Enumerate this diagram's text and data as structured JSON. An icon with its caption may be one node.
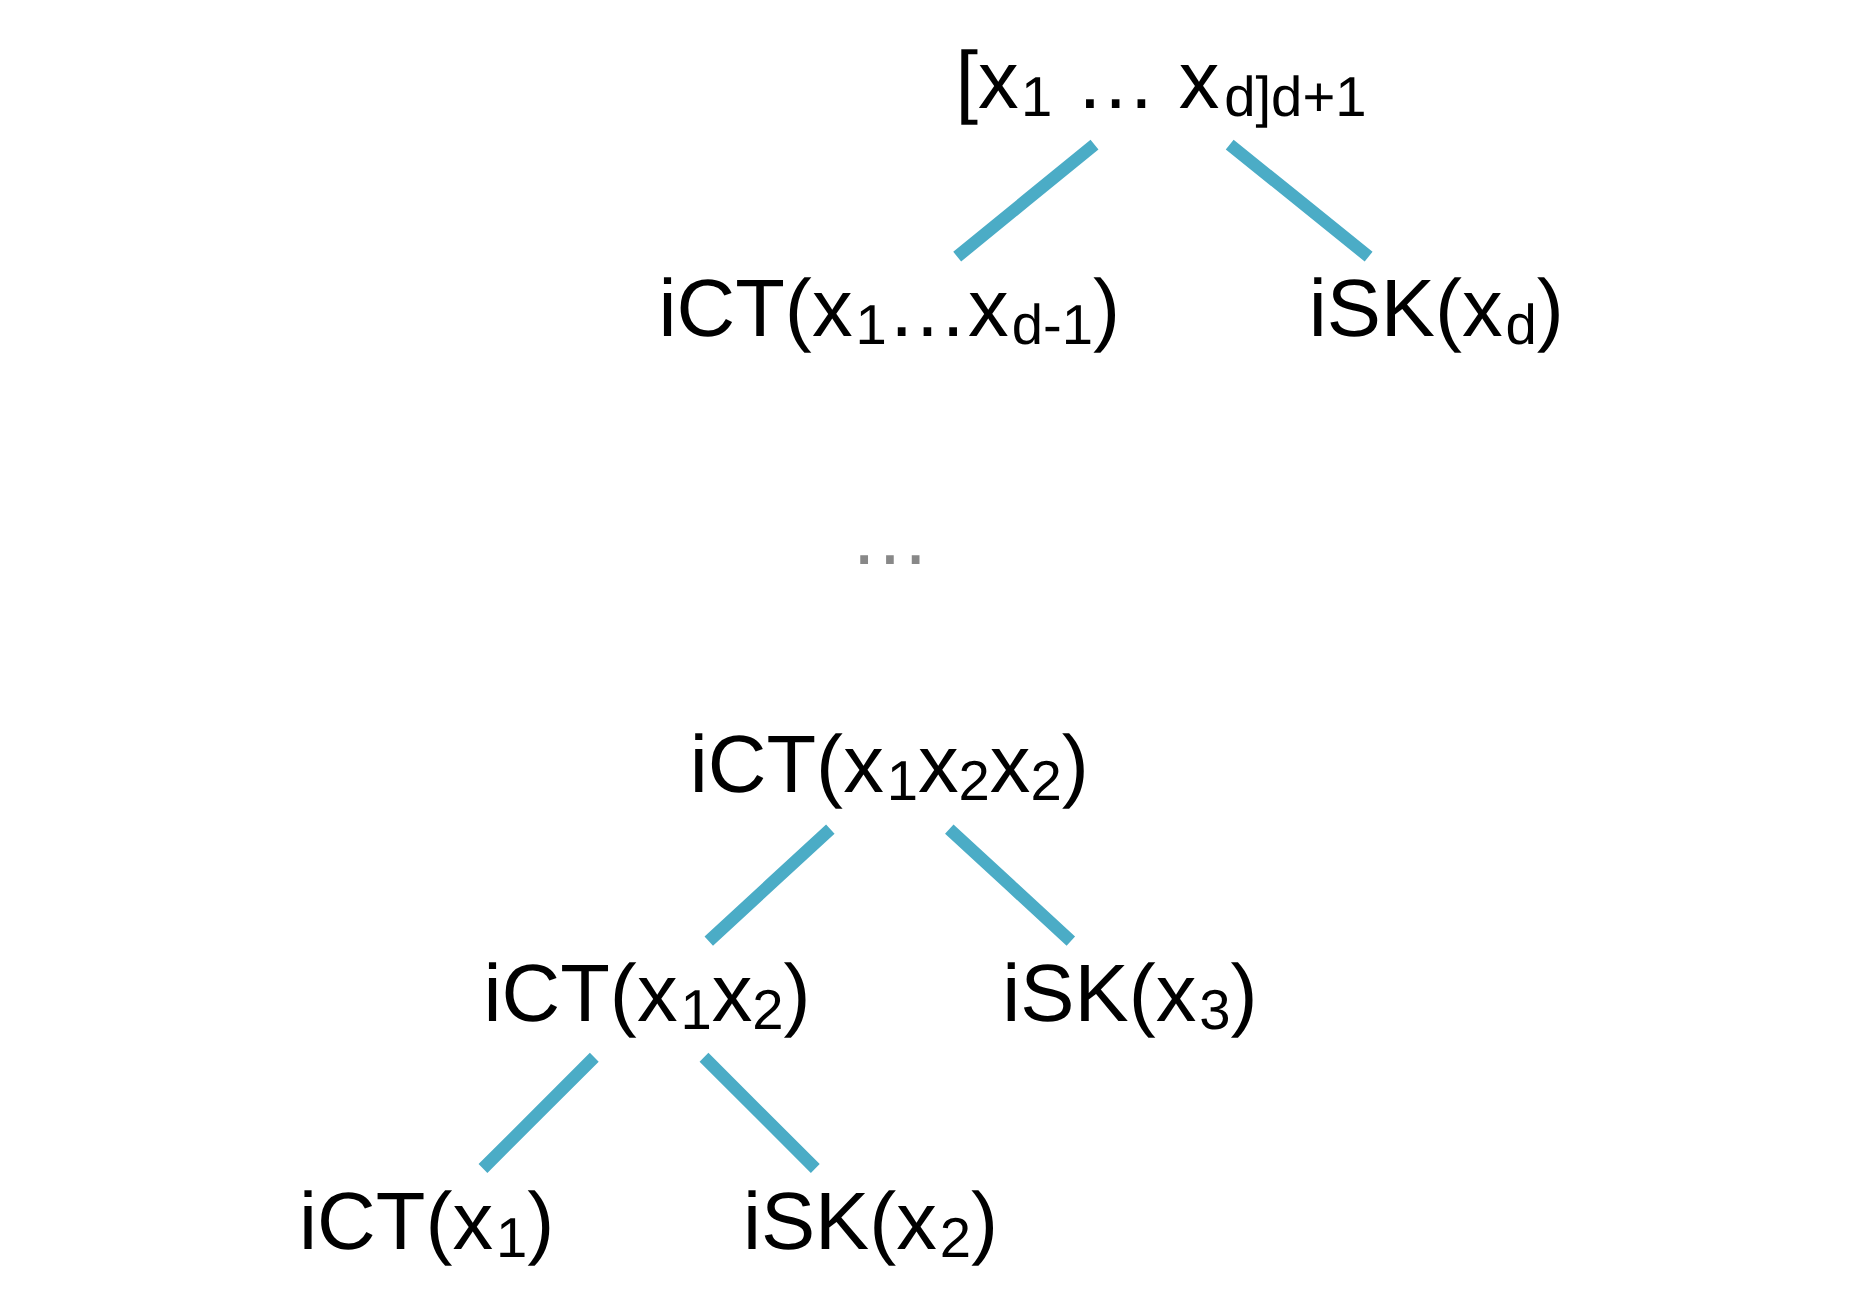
{
  "diagram": {
    "nodes": [
      {
        "text": [
          "[x$_{1}$ … x$_{d}$]$_{d+1}$"
        ]
      },
      {
        "text": [
          "iCT(x$_{1}$…x$_{d-1}$)"
        ]
      },
      {
        "text": [
          "iSK(x$_{d}$)"
        ]
      },
      {
        "text": [
          "iCT(x$_{1}$x$_{2}$x$_{2}$)"
        ]
      },
      {
        "text": [
          "iCT(x$_{1}$x$_{2}$)"
        ]
      },
      {
        "text": [
          "iSK(x$_{3}$)"
        ]
      },
      {
        "text": [
          "iCT(x$_{1}$)"
        ]
      },
      {
        "text": [
          "iSK(x$_{2}$)"
        ]
      }
    ],
    "edges": [
      {
        "from": 0,
        "to": 1,
        "arrow": "none"
      },
      {
        "from": 0,
        "to": 2,
        "arrow": "none"
      },
      {
        "from": 3,
        "to": 4,
        "arrow": "none"
      },
      {
        "from": 3,
        "to": 5,
        "arrow": "none"
      },
      {
        "from": 4,
        "to": 6,
        "arrow": "none"
      },
      {
        "from": 4,
        "to": 7,
        "arrow": "none"
      }
    ],
    "labels": [
      "…"
    ]
  }
}
